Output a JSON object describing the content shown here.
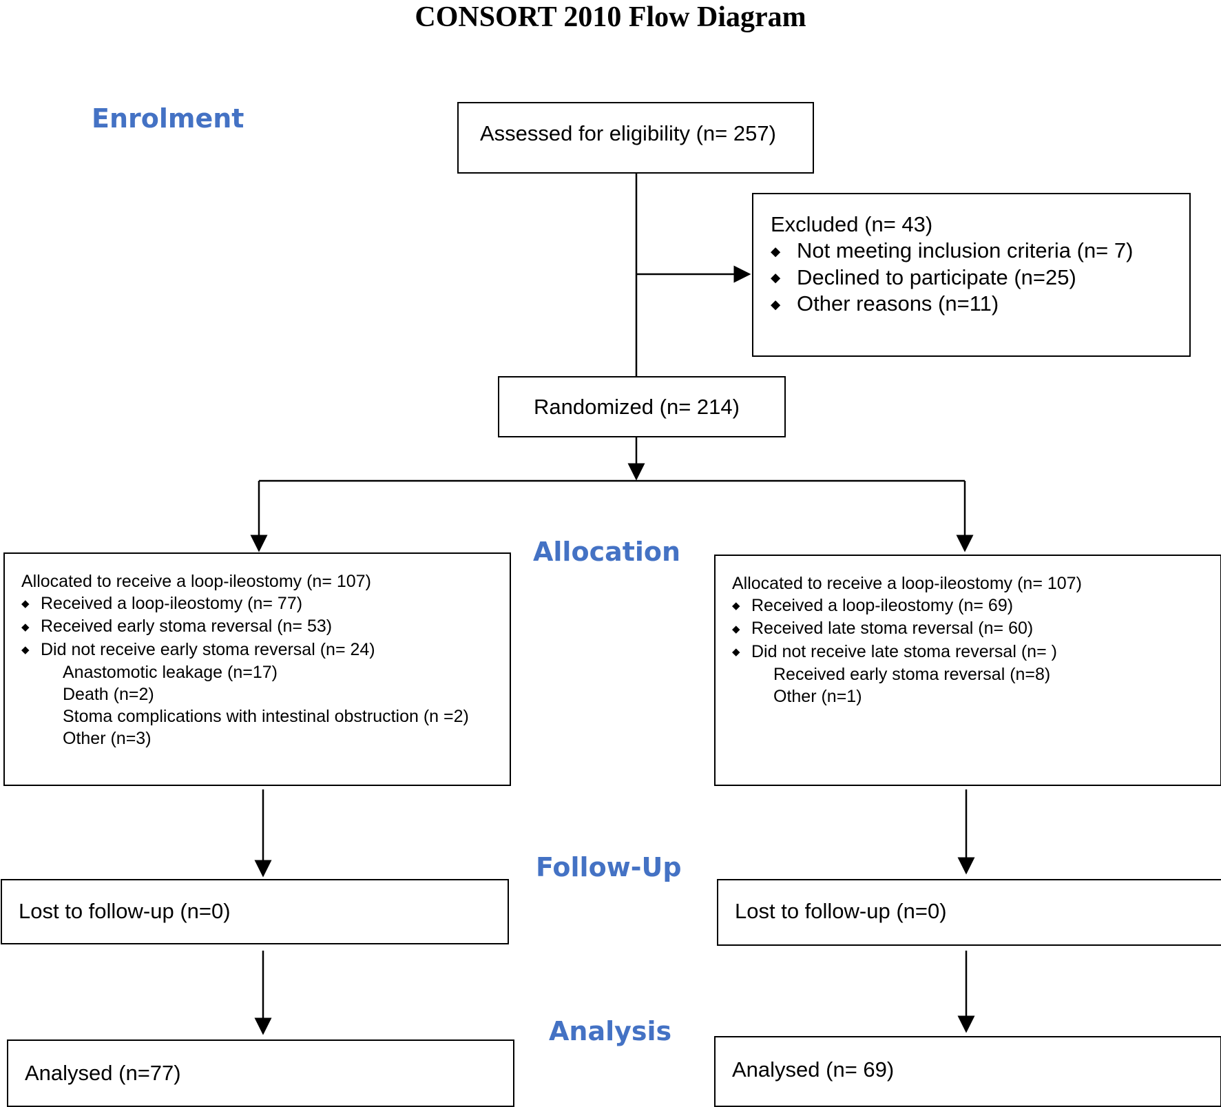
{
  "title": "CONSORT 2010 Flow Diagram",
  "colors": {
    "stage": "#4472C4",
    "line": "#000000"
  },
  "stages": {
    "enrolment": "Enrolment",
    "allocation": "Allocation",
    "followup": "Follow-Up",
    "analysis": "Analysis"
  },
  "assessed": {
    "text": "Assessed for eligibility (n= 257)"
  },
  "excluded": {
    "title": "Excluded  (n= 43)",
    "items": [
      "Not meeting inclusion criteria (n= 7)",
      "Declined to participate (n=25)",
      "Other reasons (n=11)"
    ]
  },
  "randomized": {
    "text": "Randomized (n= 214)"
  },
  "allocation_left": {
    "title": "Allocated to receive a loop-ileostomy (n= 107)",
    "items": [
      "Received a loop-ileostomy (n= 77)",
      "Received early stoma reversal (n= 53)",
      "Did not receive early stoma reversal (n= 24)"
    ],
    "subitems": [
      "Anastomotic leakage (n=17)",
      "Death (n=2)",
      "Stoma complications with intestinal obstruction (n =2)",
      "Other (n=3)"
    ]
  },
  "allocation_right": {
    "title": "Allocated to receive a loop-ileostomy (n= 107)",
    "items": [
      "Received a loop-ileostomy (n= 69)",
      "Received late stoma reversal (n= 60)",
      "Did not receive late stoma reversal (n= )"
    ],
    "subitems": [
      "Received early stoma reversal (n=8)",
      "Other (n=1)"
    ]
  },
  "followup_left": {
    "text": "Lost to follow-up (n=0)"
  },
  "followup_right": {
    "text": "Lost to follow-up (n=0)"
  },
  "analysis_left": {
    "text": "Analysed  (n=77)"
  },
  "analysis_right": {
    "text": "Analysed  (n= 69)"
  }
}
